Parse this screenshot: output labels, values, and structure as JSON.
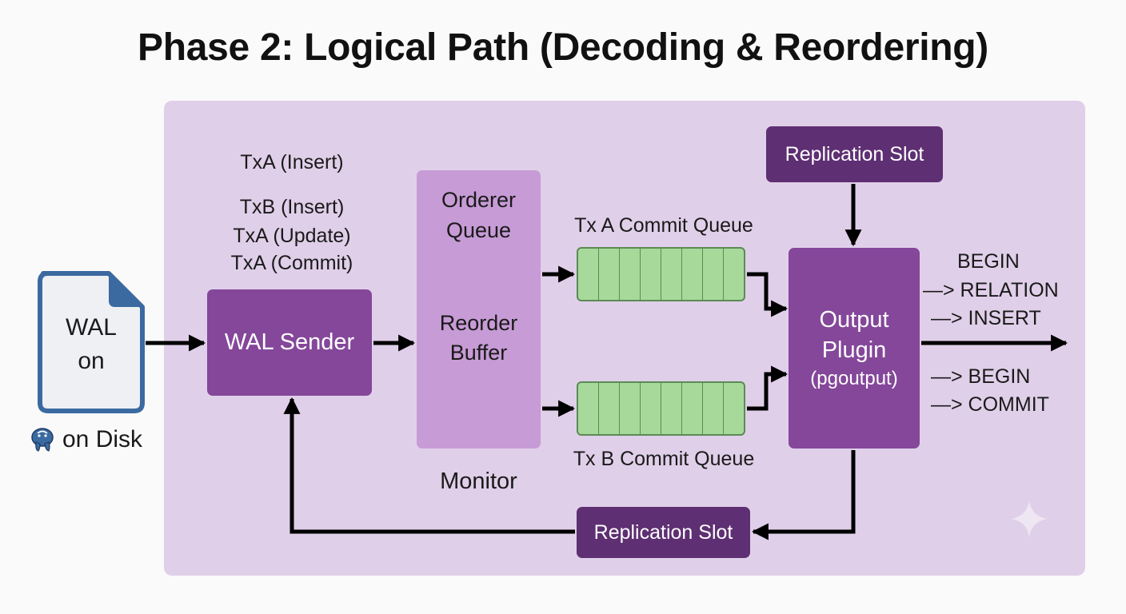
{
  "title": "Phase 2: Logical Path (Decoding & Reordering)",
  "wal_file": {
    "line1": "WAL",
    "line2": "on",
    "caption": "on Disk",
    "caption_icon": "postgres-elephant-icon"
  },
  "wal_sender": {
    "label": "WAL Sender"
  },
  "transactions": [
    "TxA (Insert)",
    "TxB (Insert)",
    "TxA (Update)",
    "TxA (Commit)"
  ],
  "orderer": {
    "top_line1": "Orderer",
    "top_line2": "Queue",
    "bottom_line1": "Reorder",
    "bottom_line2": "Buffer",
    "caption": "Monitor"
  },
  "queues": {
    "a_label": "Tx A Commit Queue",
    "b_label": "Tx B Commit Queue",
    "cells": 8
  },
  "replication_slot_top": "Replication Slot",
  "replication_slot_bottom": "Replication Slot",
  "output_plugin": {
    "line1": "Output",
    "line2": "Plugin",
    "line3": "(pgoutput)"
  },
  "output_stream": [
    "BEGIN",
    "—> RELATION",
    "—> INSERT",
    "—> BEGIN",
    "—> COMMIT"
  ],
  "colors": {
    "panel": "#e0cfe9",
    "dark_box": "#5e2f72",
    "mid_box": "#84479a",
    "light_box": "#c79bd6",
    "queue_fill": "#a7d99b",
    "file_border": "#3b6aa0"
  }
}
